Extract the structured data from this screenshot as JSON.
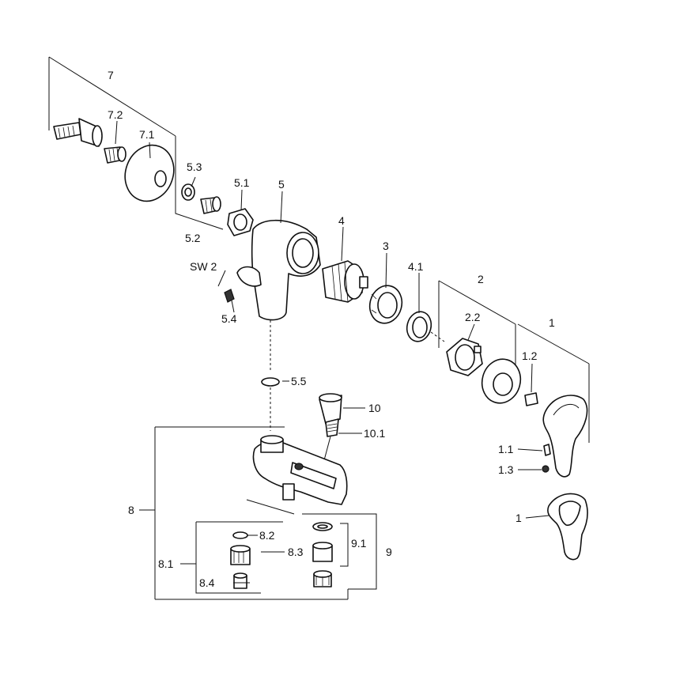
{
  "diagram": {
    "type": "exploded-parts-view",
    "labels": {
      "p7": "7",
      "p7_2": "7.2",
      "p7_1": "7.1",
      "p5_3": "5.3",
      "p5_2": "5.2",
      "p5_1": "5.1",
      "p5": "5",
      "p4": "4",
      "p3": "3",
      "p4_1": "4.1",
      "p2": "2",
      "p2_2": "2.2",
      "p1_top": "1",
      "p1_2": "1.2",
      "p1_1": "1.1",
      "p1_3": "1.3",
      "p1_bottom": "1",
      "sw2": "SW 2",
      "p5_4": "5.4",
      "p5_5": "5.5",
      "p10": "10",
      "p10_1": "10.1",
      "p8": "8",
      "p8_1": "8.1",
      "p8_2": "8.2",
      "p8_3": "8.3",
      "p8_4": "8.4",
      "p9": "9",
      "p9_1": "9.1"
    }
  }
}
